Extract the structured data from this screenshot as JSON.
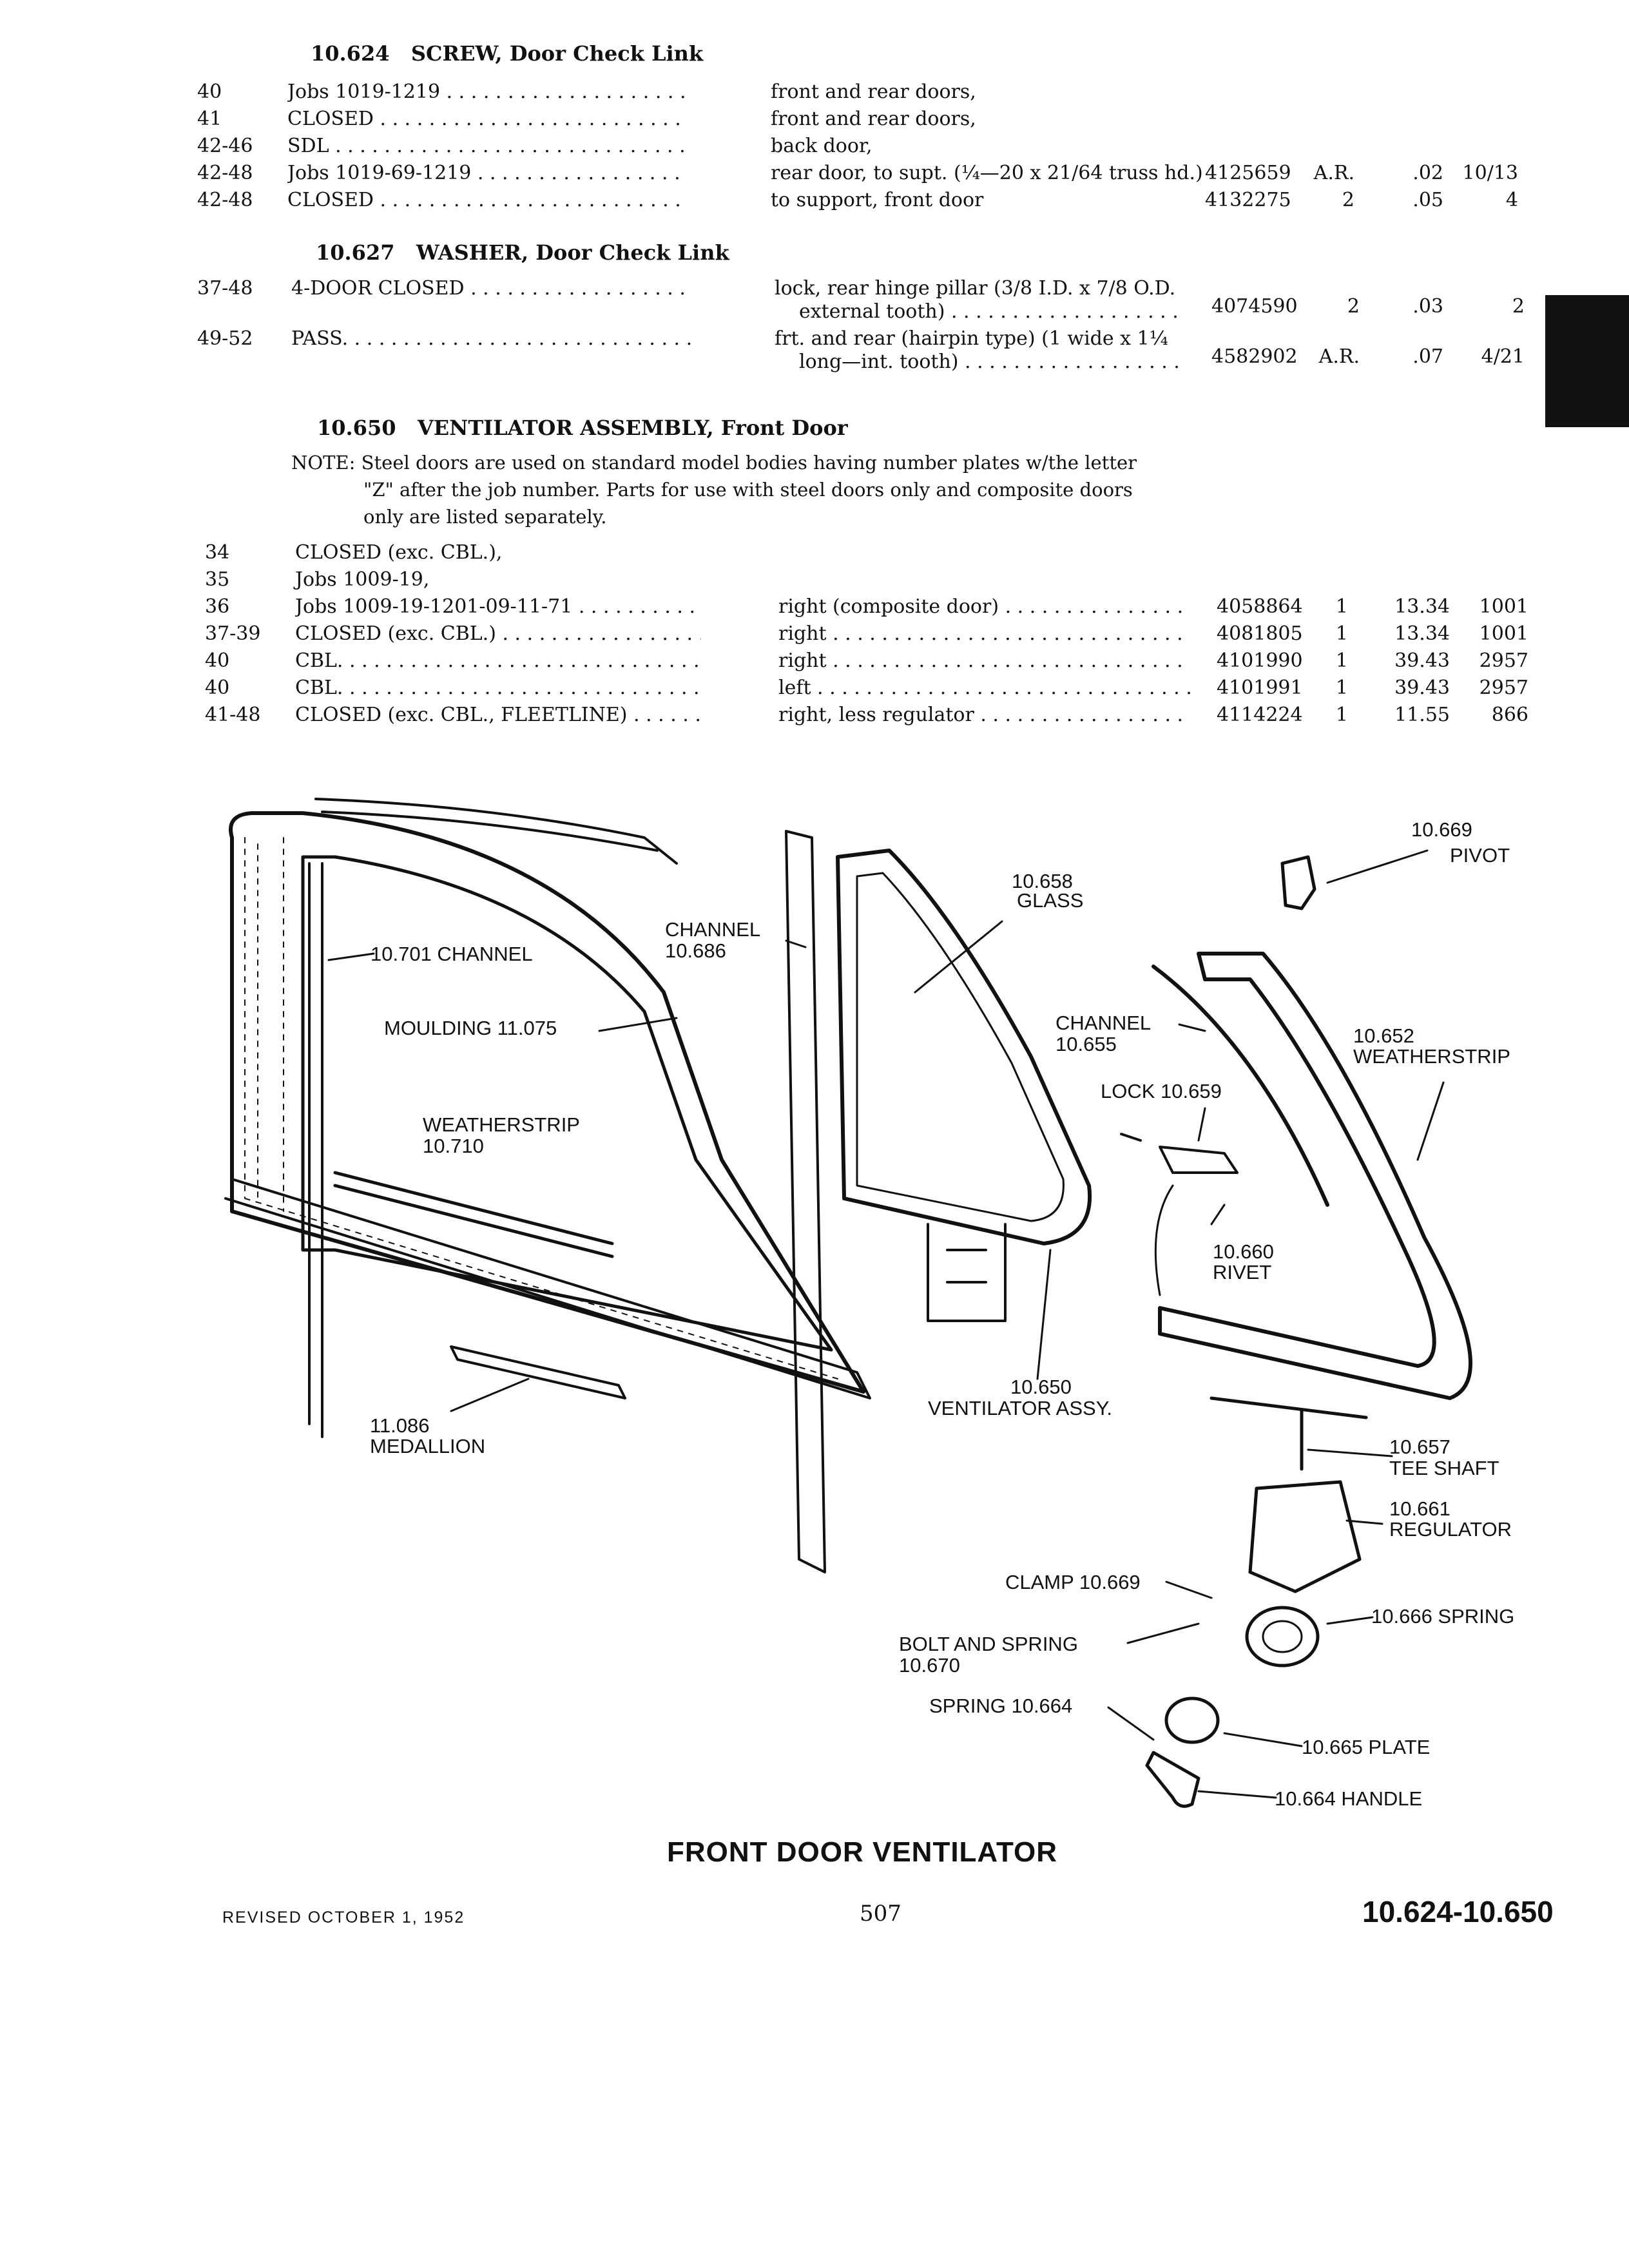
{
  "sections": {
    "s1": {
      "number": "10.624",
      "title": "SCREW, Door Check Link"
    },
    "s2": {
      "number": "10.627",
      "title": "WASHER, Door Check Link"
    },
    "s3": {
      "number": "10.650",
      "title": "VENTILATOR ASSEMBLY, Front Door"
    }
  },
  "s1_rows": [
    {
      "year": "40",
      "model": "Jobs 1019-1219",
      "desc": "front and rear doors,",
      "part": "",
      "qty": "",
      "price": "",
      "code": ""
    },
    {
      "year": "41",
      "model": "CLOSED",
      "desc": "front and rear doors,",
      "part": "",
      "qty": "",
      "price": "",
      "code": ""
    },
    {
      "year": "42-46",
      "model": "SDL",
      "desc": "back door,",
      "part": "",
      "qty": "",
      "price": "",
      "code": ""
    },
    {
      "year": "42-48",
      "model": "Jobs 1019-69-1219",
      "desc": "rear door, to supt. (¼—20 x 21/64 truss hd.)",
      "part": "4125659",
      "qty": "A.R.",
      "price": ".02",
      "code": "10/13"
    },
    {
      "year": "42-48",
      "model": "CLOSED",
      "desc": "to support, front door",
      "part": "4132275",
      "qty": "2",
      "price": ".05",
      "code": "4"
    }
  ],
  "s2_rows": [
    {
      "year": "37-48",
      "model": "4-DOOR CLOSED",
      "desc1": "lock, rear hinge pillar (3/8 I.D. x 7/8 O.D.",
      "desc2": "external tooth)",
      "part": "4074590",
      "qty": "2",
      "price": ".03",
      "code": "2"
    },
    {
      "year": "49-52",
      "model": "PASS.",
      "desc1": "frt. and rear (hairpin type) (1 wide x 1¼",
      "desc2": "long—int. tooth)",
      "part": "4582902",
      "qty": "A.R.",
      "price": ".07",
      "code": "4/21"
    }
  ],
  "note": {
    "line1": "NOTE: Steel doors are used on standard model bodies having number plates w/the letter",
    "line2": "\"Z\" after the job number. Parts for use with steel doors only and composite doors",
    "line3": "only are listed separately."
  },
  "s3_rows": [
    {
      "year": "34",
      "model": "CLOSED (exc. CBL.),",
      "desc": "",
      "part": "",
      "qty": "",
      "price": "",
      "code": ""
    },
    {
      "year": "35",
      "model": "Jobs 1009-19,",
      "desc": "",
      "part": "",
      "qty": "",
      "price": "",
      "code": ""
    },
    {
      "year": "36",
      "model": "Jobs 1009-19-1201-09-11-71",
      "desc": "right (composite door)",
      "part": "4058864",
      "qty": "1",
      "price": "13.34",
      "code": "1001"
    },
    {
      "year": "37-39",
      "model": "CLOSED (exc. CBL.)",
      "desc": "right",
      "part": "4081805",
      "qty": "1",
      "price": "13.34",
      "code": "1001"
    },
    {
      "year": "40",
      "model": "CBL.",
      "desc": "right",
      "part": "4101990",
      "qty": "1",
      "price": "39.43",
      "code": "2957"
    },
    {
      "year": "40",
      "model": "CBL.",
      "desc": "left",
      "part": "4101991",
      "qty": "1",
      "price": "39.43",
      "code": "2957"
    },
    {
      "year": "41-48",
      "model": "CLOSED (exc. CBL., FLEETLINE)",
      "desc": "right, less regulator",
      "part": "4114224",
      "qty": "1",
      "price": "11.55",
      "code": "866"
    }
  ],
  "labels": {
    "pivot_num": "10.669",
    "pivot": "PIVOT",
    "glass_num": "10.658",
    "glass": "GLASS",
    "channel_686": "CHANNEL",
    "channel_686_num": "10.686",
    "channel_701": "10.701 CHANNEL",
    "moulding": "MOULDING 11.075",
    "weatherstrip_710": "WEATHERSTRIP",
    "weatherstrip_710_num": "10.710",
    "channel_655": "CHANNEL",
    "channel_655_num": "10.655",
    "weatherstrip_652_num": "10.652",
    "weatherstrip_652": "WEATHERSTRIP",
    "lock": "LOCK 10.659",
    "rivet_num": "10.660",
    "rivet": "RIVET",
    "vent_num": "10.650",
    "vent": "VENTILATOR ASSY.",
    "medallion_num": "11.086",
    "medallion": "MEDALLION",
    "tee_num": "10.657",
    "tee": "TEE SHAFT",
    "regulator_num": "10.661",
    "regulator": "REGULATOR",
    "clamp": "CLAMP 10.669",
    "spring_666": "10.666 SPRING",
    "bolt": "BOLT AND SPRING",
    "bolt_num": "10.670",
    "spring_664": "SPRING 10.664",
    "plate": "10.665 PLATE",
    "handle": "10.664 HANDLE"
  },
  "diagram_title": "FRONT DOOR VENTILATOR",
  "footer": {
    "revised": "REVISED OCTOBER 1, 1952",
    "page": "507",
    "range": "10.624-10.650"
  }
}
